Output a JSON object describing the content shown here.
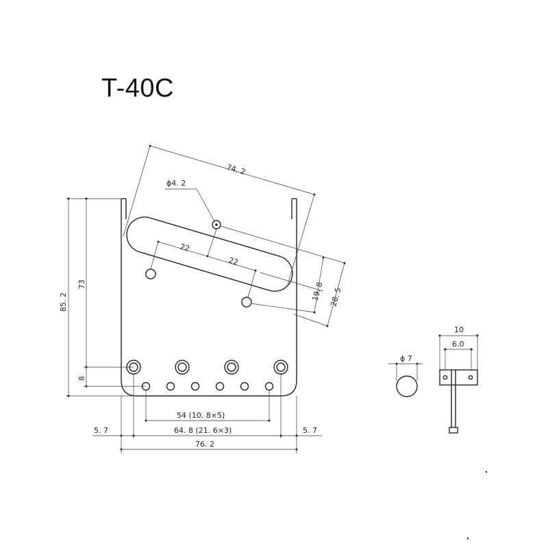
{
  "title": "T-40C",
  "dimensions": {
    "diagonal": "74. 2",
    "hole_dia": "ϕ4. 2",
    "offset_a": "22",
    "offset_b": "22",
    "perp_a": "19. 8",
    "perp_b": "28. 5",
    "height_total": "85. 2",
    "height_73": "73",
    "height_8": "8",
    "spacing_small": "54 (10. 8×5)",
    "spacing_saddle": "64. 8 (21. 6×3)",
    "margin_left": "5. 7",
    "margin_right": "5. 7",
    "width_total": "76. 2",
    "saddle_dia": "ϕ 7",
    "saddle_len": "10",
    "saddle_inner": "6.0"
  }
}
